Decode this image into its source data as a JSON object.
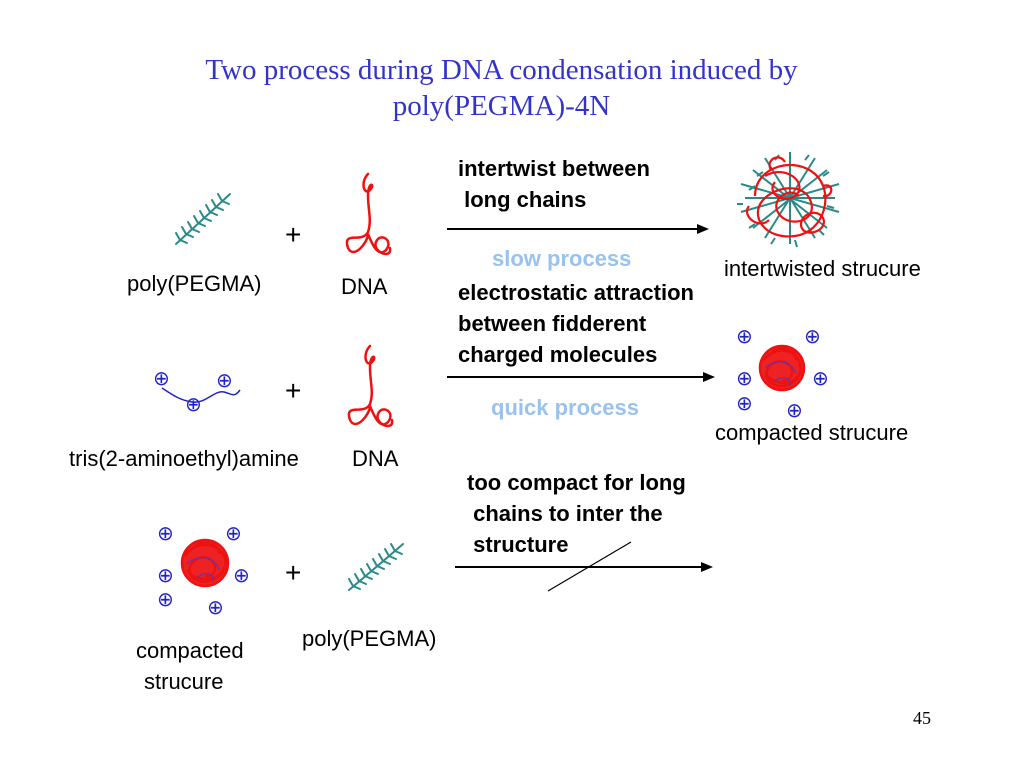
{
  "title": {
    "line1": "Two process during DNA condensation induced by",
    "line2": "poly(PEGMA)-4N"
  },
  "row1": {
    "polymer_label": "poly(PEGMA)",
    "plus": "+",
    "dna_label": "DNA",
    "mechanism_line1": "intertwist between",
    "mechanism_line2": " long chains",
    "speed": "slow process",
    "product_label": "intertwisted strucure"
  },
  "row2": {
    "polymer_label": "tris(2-aminoethyl)amine",
    "plus": "+",
    "dna_label": "DNA",
    "mechanism_line1": "electrostatic attraction",
    "mechanism_line2": "between fidderent",
    "mechanism_line3": "charged molecules",
    "speed": "quick process",
    "product_label": "compacted strucure"
  },
  "row3": {
    "reactant_label_line1": "compacted",
    "reactant_label_line2": "strucure",
    "plus": "+",
    "polymer_label": "poly(PEGMA)",
    "mechanism_line1": "too compact for long",
    "mechanism_line2": " chains to inter the",
    "mechanism_line3": " structure"
  },
  "symbols": {
    "positive_charge": "⊕"
  },
  "colors": {
    "title": "#3333cc",
    "speed_text": "#99c2ee",
    "dna": "#ee1111",
    "pegma": "#2a8a8a",
    "charge": "#2222cc"
  },
  "page_number": "45"
}
